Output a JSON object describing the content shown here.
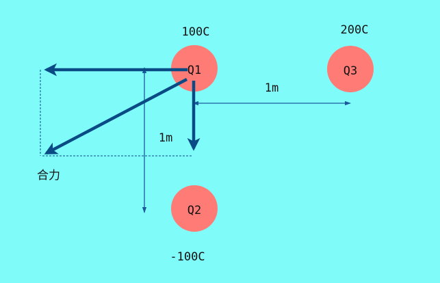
{
  "colors": {
    "background": "#7ffcfa",
    "charge": "#ff7b76",
    "force_arrow": "#0a4a85",
    "dimension": "#1a5a9a"
  },
  "charges": {
    "q1": {
      "name": "Q1",
      "value": "100C"
    },
    "q2": {
      "name": "Q2",
      "value": "-100C"
    },
    "q3": {
      "name": "Q3",
      "value": "200C"
    }
  },
  "distances": {
    "q1_q3": "1m",
    "q1_q2": "1m"
  },
  "resultant_label": "合力"
}
